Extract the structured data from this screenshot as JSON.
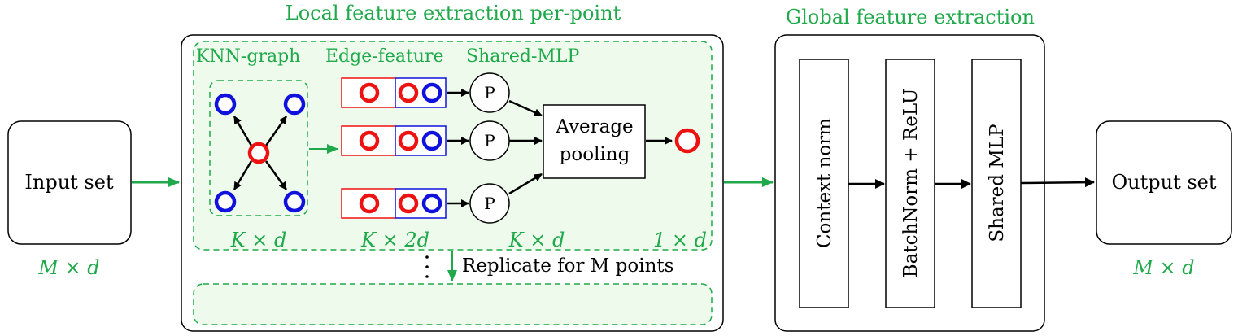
{
  "input": {
    "label": "Input set",
    "dim": "M × d"
  },
  "output": {
    "label": "Output set",
    "dim": "M × d"
  },
  "local": {
    "title": "Local feature extraction per-point",
    "stages": {
      "knn": "KNN-graph",
      "edge": "Edge-feature",
      "mlp": "Shared-MLP"
    },
    "dims": {
      "knn": "K × d",
      "edge": "K × 2d",
      "mlp": "K × d",
      "out": "1 × d"
    },
    "mlp_node_label": "P",
    "pooling": {
      "line1": "Average",
      "line2": "pooling"
    },
    "replicate": "Replicate for M points"
  },
  "global": {
    "title": "Global feature extraction",
    "blocks": [
      "Context norm",
      "BatchNorm + ReLU",
      "Shared MLP"
    ]
  },
  "colors": {
    "green": "#1fa94a",
    "red": "#ee1111",
    "blue": "#1111dd",
    "panel_fill": "#eefbec"
  }
}
